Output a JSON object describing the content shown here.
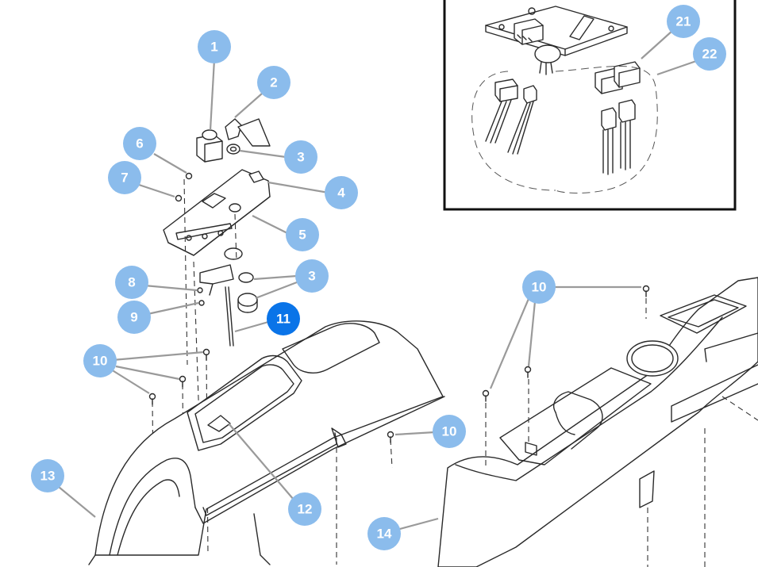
{
  "colors": {
    "callout": "#8bbcec",
    "callout_active": "#0a74e8",
    "callout_text": "#ffffff",
    "leader": "#9a9a9a",
    "linework": "#2a2a2a",
    "background": "#ffffff"
  },
  "callouts": [
    {
      "id": "c1",
      "label": "1"
    },
    {
      "id": "c2",
      "label": "2"
    },
    {
      "id": "c3a",
      "label": "3"
    },
    {
      "id": "c4",
      "label": "4"
    },
    {
      "id": "c5",
      "label": "5"
    },
    {
      "id": "c6",
      "label": "6"
    },
    {
      "id": "c7",
      "label": "7"
    },
    {
      "id": "c3b",
      "label": "3"
    },
    {
      "id": "c8",
      "label": "8"
    },
    {
      "id": "c9",
      "label": "9"
    },
    {
      "id": "c11",
      "label": "11",
      "active": true
    },
    {
      "id": "c10a",
      "label": "10"
    },
    {
      "id": "c10b",
      "label": "10"
    },
    {
      "id": "c10c",
      "label": "10"
    },
    {
      "id": "c12",
      "label": "12"
    },
    {
      "id": "c13",
      "label": "13"
    },
    {
      "id": "c14",
      "label": "14"
    },
    {
      "id": "c21",
      "label": "21"
    },
    {
      "id": "c22",
      "label": "22"
    }
  ]
}
